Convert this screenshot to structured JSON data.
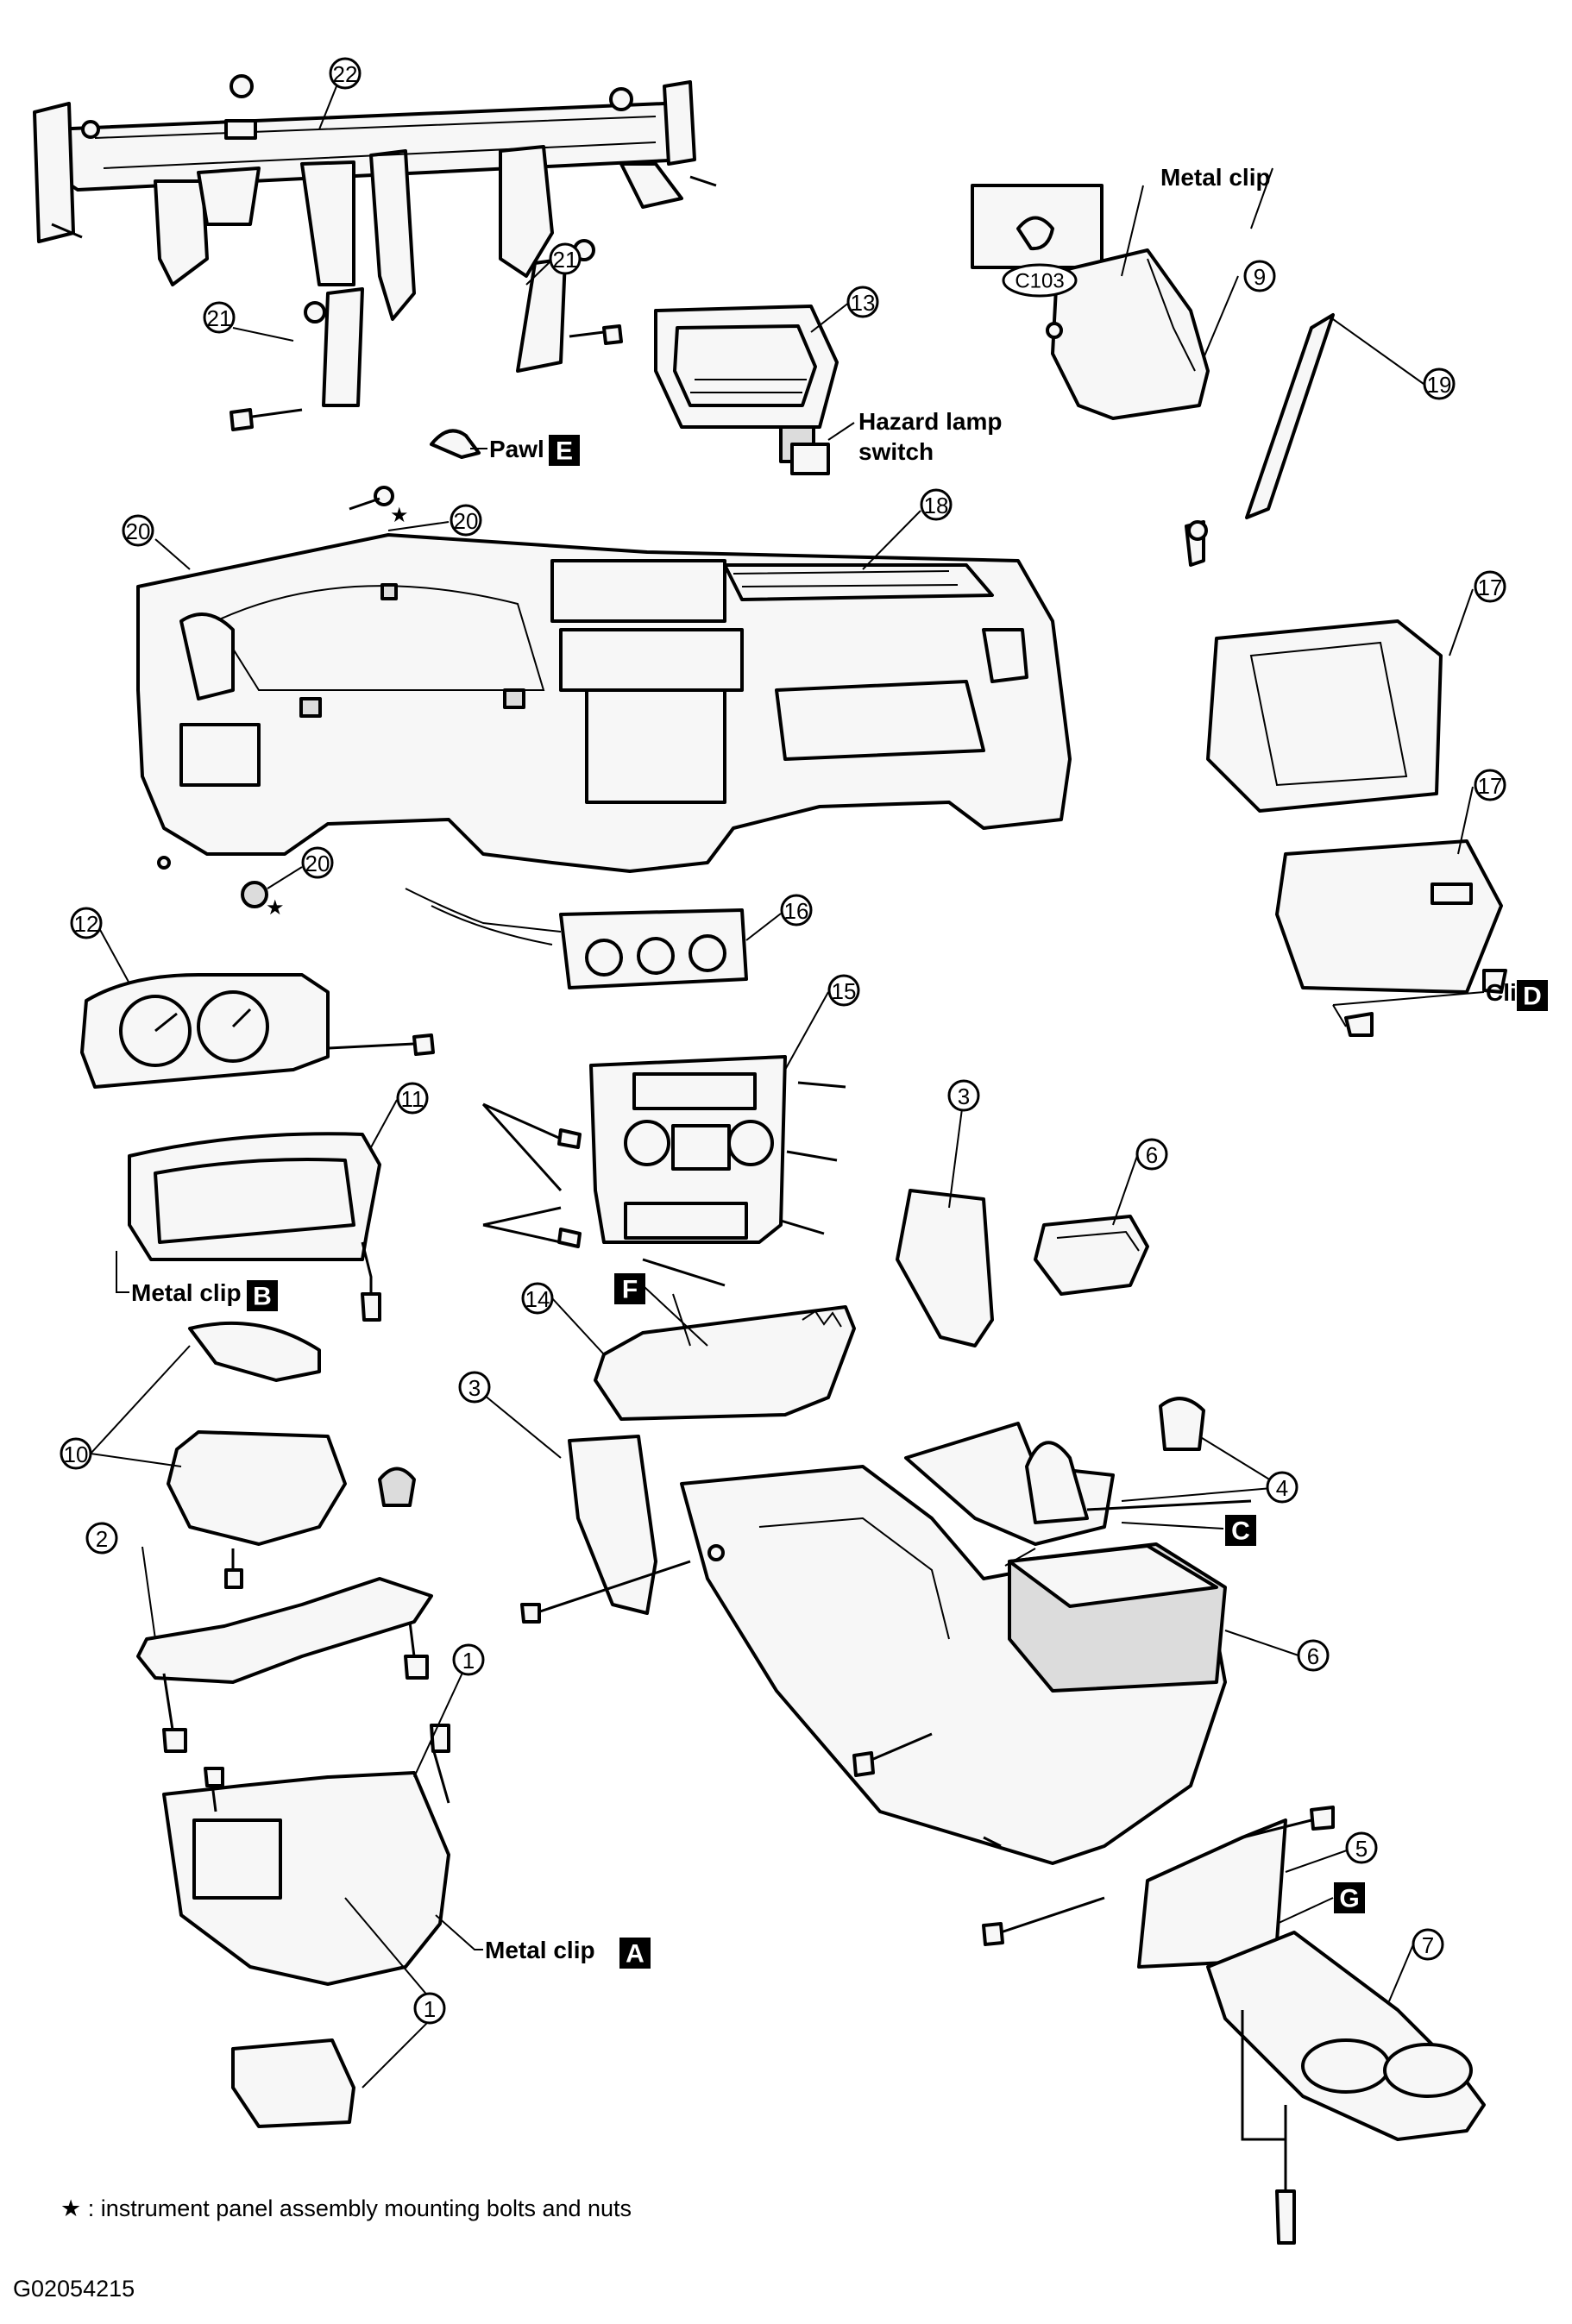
{
  "callouts": {
    "c1a": "1",
    "c1b": "1",
    "c2": "2",
    "c3a": "3",
    "c3b": "3",
    "c4": "4",
    "c5": "5",
    "c6a": "6",
    "c6b": "6",
    "c7": "7",
    "c9": "9",
    "c10": "10",
    "c11": "11",
    "c12": "12",
    "c13": "13",
    "c14": "14",
    "c15": "15",
    "c16": "16",
    "c17a": "17",
    "c17b": "17",
    "c18": "18",
    "c19": "19",
    "c20a": "20",
    "c20b": "20",
    "c20c": "20",
    "c21a": "21",
    "c21b": "21",
    "c22": "22"
  },
  "labels": {
    "metal_clip_top": "Metal clip",
    "connector": "C103",
    "hazard_line1": "Hazard lamp",
    "hazard_line2": "switch",
    "pawl": "Pawl",
    "pawl_letter": "E",
    "clip": "Clip",
    "clip_letter": "D",
    "metal_clip_b": "Metal clip",
    "metal_clip_b_letter": "B",
    "f_letter": "F",
    "c_letter": "C",
    "metal_clip_a": "Metal clip",
    "metal_clip_a_letter": "A",
    "g_letter": "G",
    "star": "★"
  },
  "footer": {
    "legend": "★ : instrument panel assembly mounting bolts and nuts",
    "figure_id": "G02054215"
  }
}
